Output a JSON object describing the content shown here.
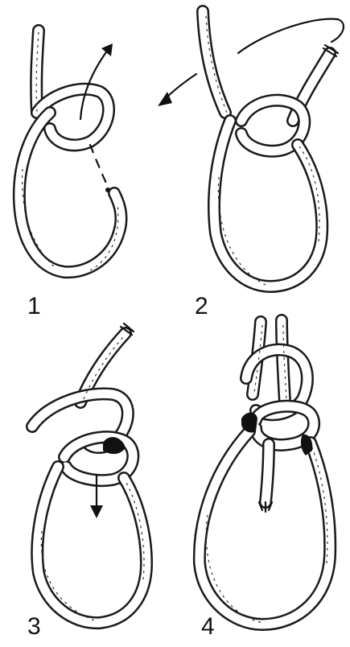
{
  "steps": [
    {
      "label": "1"
    },
    {
      "label": "2"
    },
    {
      "label": "3"
    },
    {
      "label": "4"
    }
  ]
}
